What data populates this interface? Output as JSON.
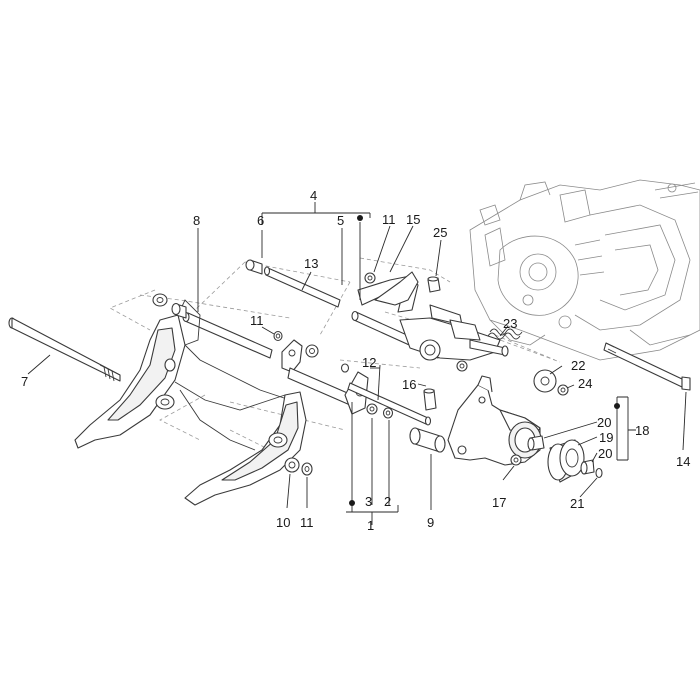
{
  "diagram": {
    "callouts": {
      "c1": "1",
      "c2": "2",
      "c3": "3",
      "c4": "4",
      "c5": "5",
      "c6": "6",
      "c7": "7",
      "c8": "8",
      "c9": "9",
      "c10": "10",
      "c11a": "11",
      "c11b": "11",
      "c11c": "11",
      "c12": "12",
      "c13": "13",
      "c14": "14",
      "c15": "15",
      "c16": "16",
      "c17": "17",
      "c18": "18",
      "c19": "19",
      "c20a": "20",
      "c20b": "20",
      "c21": "21",
      "c22": "22",
      "c23": "23",
      "c24": "24",
      "c25": "25"
    },
    "marker_color": "#1a1a1a",
    "highlight_color": "#c0392b"
  }
}
